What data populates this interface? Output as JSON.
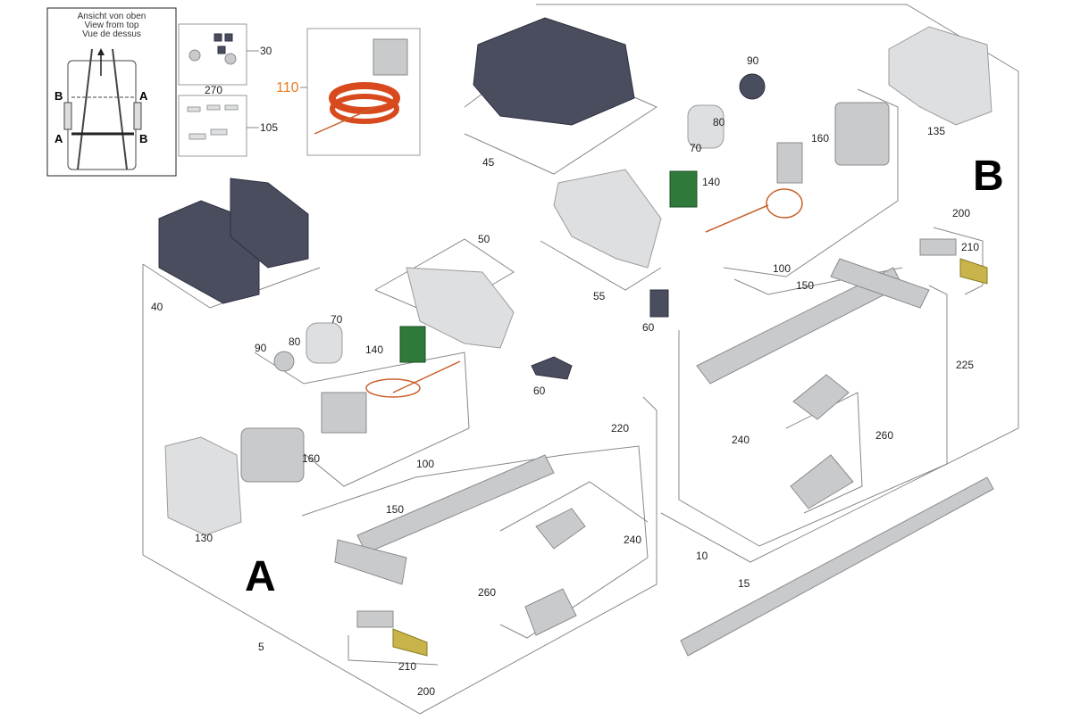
{
  "inset": {
    "title_lines": [
      "Ansicht von oben",
      "View from top",
      "Vue de dessus"
    ],
    "corner_labels": [
      "B",
      "A",
      "A",
      "B"
    ]
  },
  "group_labels": {
    "a": "A",
    "b": "B"
  },
  "part_numbers": {
    "p30": "30",
    "p270": "270",
    "p105": "105",
    "p110": "110",
    "p45": "45",
    "p90_b": "90",
    "p80_b": "80",
    "p70_b": "70",
    "p160_b": "160",
    "p135": "135",
    "p140_b": "140",
    "p200_b": "200",
    "p210_b": "210",
    "p50": "50",
    "p55": "55",
    "p100_b": "100",
    "p150_b": "150",
    "p40": "40",
    "p70_a": "70",
    "p90_a": "90",
    "p80_a": "80",
    "p140_a": "140",
    "p60_b": "60",
    "p60_a": "60",
    "p225": "225",
    "p240_b": "240",
    "p260_b": "260",
    "p160_a": "160",
    "p100_a": "100",
    "p220": "220",
    "p150_a": "150",
    "p130": "130",
    "p240_a": "240",
    "p10": "10",
    "p15": "15",
    "p260_a": "260",
    "p5": "5",
    "p210_a": "210",
    "p200_a": "200"
  },
  "colors": {
    "highlight_label": "#e87d1e",
    "housing": "#4a4d5e",
    "metal": "#c9cacc",
    "pcb": "#2f7a3a",
    "wire": "#c9602a"
  }
}
